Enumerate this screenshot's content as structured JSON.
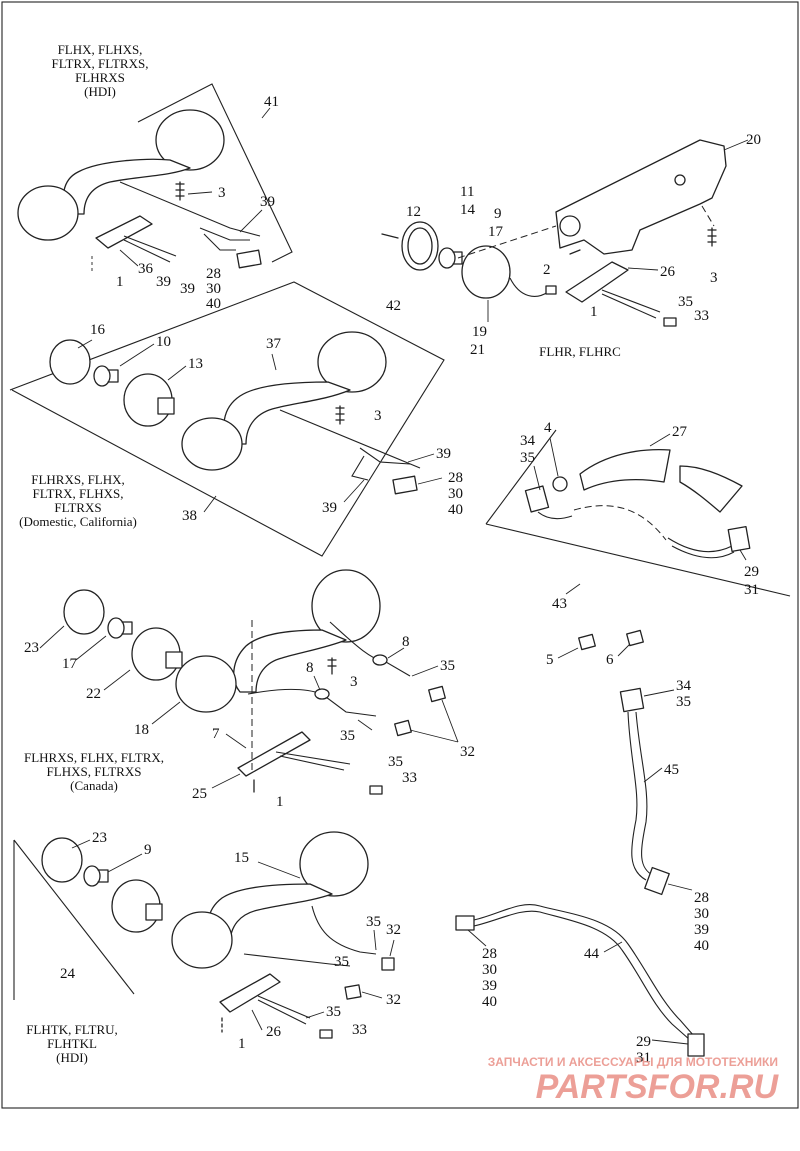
{
  "captions": {
    "a": [
      "FLHX, FLHXS,",
      "FLTRX, FLTRXS,",
      "FLHRXS",
      "(HDI)"
    ],
    "b": [
      "FLHR, FLHRC"
    ],
    "c": [
      "FLHRXS, FLHX,",
      "FLTRX, FLHXS,",
      "FLTRXS",
      "(Domestic, California)"
    ],
    "d": [
      "FLHRXS, FLHX, FLTRX,",
      "FLHXS, FLTRXS",
      "(Canada)"
    ],
    "e": [
      "FLHTK, FLTRU,",
      "FLHTKL",
      "(HDI)"
    ]
  },
  "labels": {
    "a41": "41",
    "a3": "3",
    "a39a": "39",
    "a36": "36",
    "a1": "1",
    "a39b": "39",
    "a28": "28",
    "a39c": "39",
    "a30": "30",
    "a40": "40",
    "b12": "12",
    "b11": "11",
    "b14": "14",
    "b9": "9",
    "b17": "17",
    "b20": "20",
    "b2": "2",
    "b26": "26",
    "b3": "3",
    "b1": "1",
    "b35": "35",
    "b33": "33",
    "b19": "19",
    "b21": "21",
    "c42": "42",
    "c16": "16",
    "c10": "10",
    "c13": "13",
    "c37": "37",
    "c3": "3",
    "c39a": "39",
    "c28": "28",
    "c30": "30",
    "c40": "40",
    "c39b": "39",
    "c38": "38",
    "f34": "34",
    "f35": "35",
    "f4": "4",
    "f27": "27",
    "f29": "29",
    "f31": "31",
    "f43": "43",
    "g5": "5",
    "g6": "6",
    "d23": "23",
    "d17": "17",
    "d22": "22",
    "d18": "18",
    "d8a": "8",
    "d8b": "8",
    "d3": "3",
    "d35a": "35",
    "d35b": "35",
    "d32": "32",
    "d7": "7",
    "d25": "25",
    "d1": "1",
    "d35c": "35",
    "d33": "33",
    "h34": "34",
    "h35": "35",
    "h45": "45",
    "h28": "28",
    "h30": "30",
    "h39": "39",
    "h40": "40",
    "e23": "23",
    "e9": "9",
    "e15": "15",
    "e35a": "35",
    "e32a": "32",
    "e35b": "35",
    "e32b": "32",
    "e24": "24",
    "e26": "26",
    "e35c": "35",
    "e33": "33",
    "e1": "1",
    "i28": "28",
    "i30": "30",
    "i39": "39",
    "i40": "40",
    "i44": "44",
    "i29": "29",
    "i31": "31"
  },
  "watermark": {
    "tagline": "ЗАПЧАСТИ И АКСЕССУАРЫ ДЛЯ МОТОТЕХНИКИ",
    "logo": "PARTSFOR.RU",
    "color": "#e98f86"
  }
}
